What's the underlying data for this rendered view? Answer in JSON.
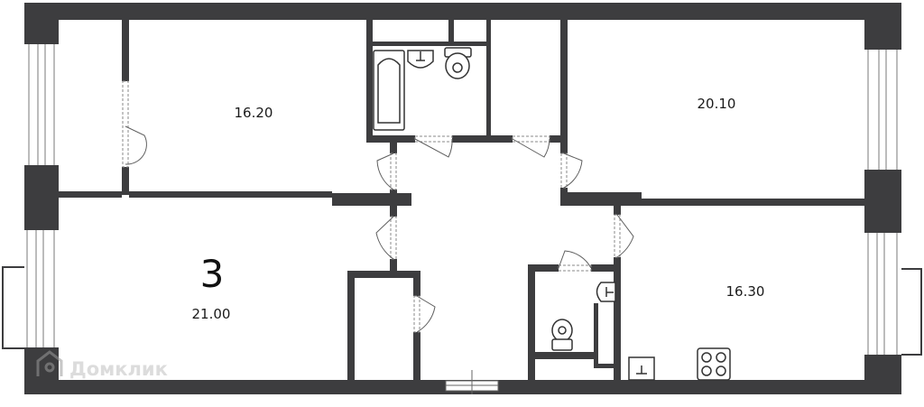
{
  "plan": {
    "room_count": "3",
    "areas": {
      "living": "21.00",
      "bedroom_left": "16.20",
      "bedroom_right": "20.10",
      "kitchen": "16.30"
    }
  },
  "watermark": {
    "text": "Домклик",
    "color": "#9a9a9a"
  },
  "colors": {
    "wall": "#3d3d3f",
    "fixture": "#333333",
    "door": "#5f5f5f"
  }
}
